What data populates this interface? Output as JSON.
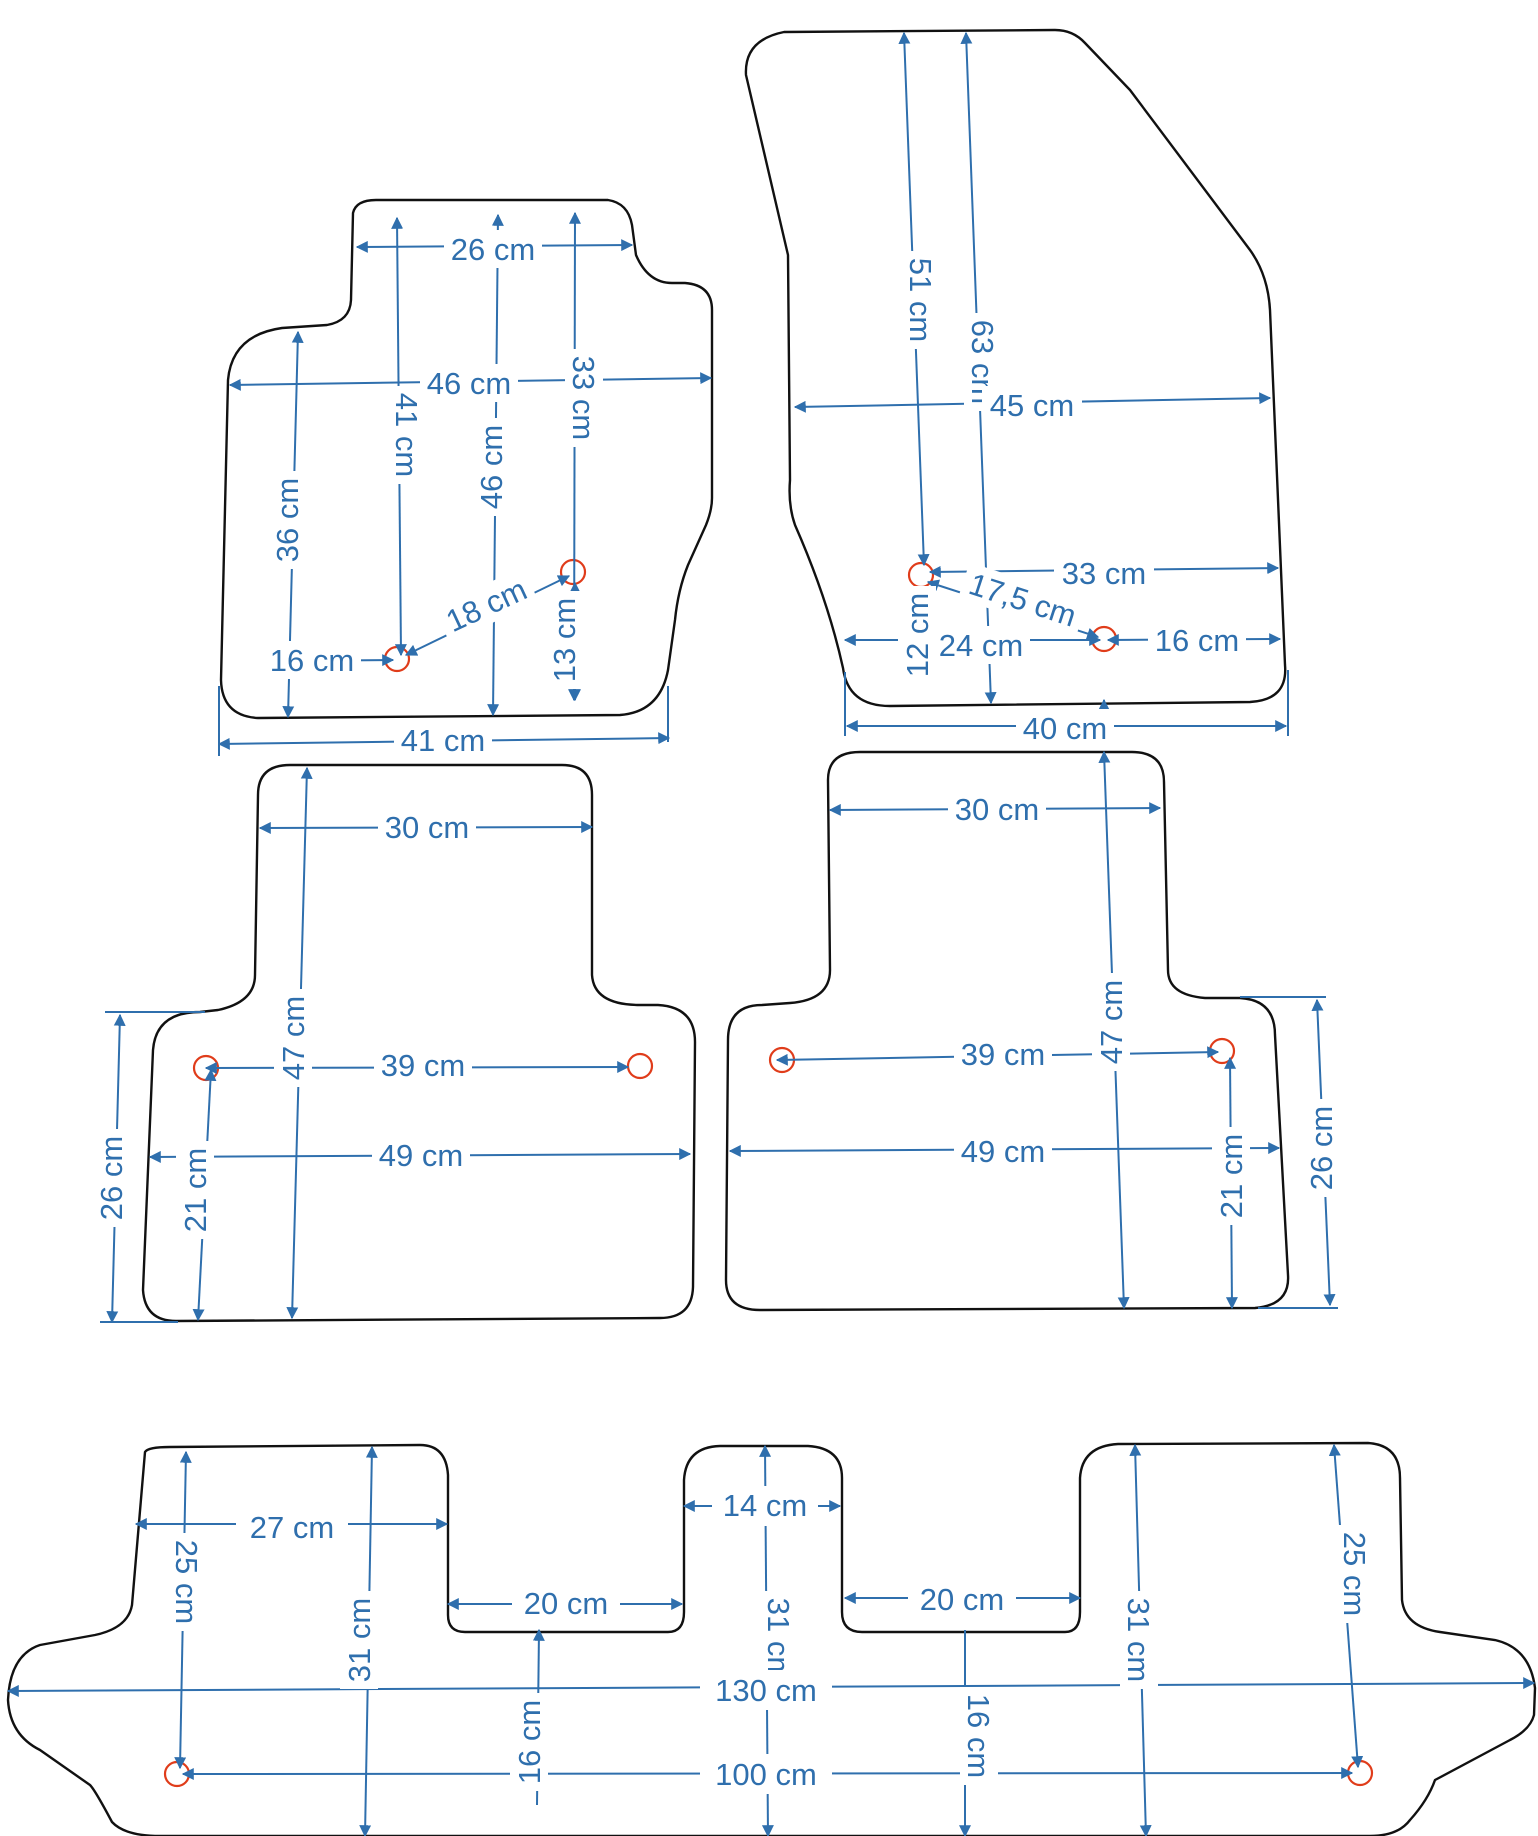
{
  "colors": {
    "outline": "#111111",
    "dimension": "#2f6fad",
    "marker": "#e03c1a",
    "background": "#ffffff"
  },
  "labels": {
    "m1_26": "26 cm",
    "m1_46w": "46 cm",
    "m1_33": "33 cm",
    "m1_41v": "41 cm",
    "m1_46v": "46 cm",
    "m1_36": "36 cm",
    "m1_18": "18 cm",
    "m1_13": "13 cm",
    "m1_16": "16 cm",
    "m1_41w": "41 cm",
    "m2_51": "51 cm",
    "m2_63": "63 cm",
    "m2_45": "45 cm",
    "m2_33": "33 cm",
    "m2_175": "17,5 cm",
    "m2_12": "12 cm",
    "m2_24": "24 cm",
    "m2_16": "16 cm",
    "m2_40": "40 cm",
    "m3_30": "30 cm",
    "m3_47": "47 cm",
    "m3_39": "39 cm",
    "m3_49": "49 cm",
    "m3_26": "26 cm",
    "m3_21": "21 cm",
    "m4_30": "30 cm",
    "m4_39": "39 cm",
    "m4_47": "47 cm",
    "m4_49": "49 cm",
    "m4_21": "21 cm",
    "m4_26": "26 cm",
    "m5_27": "27 cm",
    "m5_25l": "25 cm",
    "m5_31l": "31 cm",
    "m5_20l": "20 cm",
    "m5_14": "14 cm",
    "m5_31c": "31 cm",
    "m5_20r": "20 cm",
    "m5_31r": "31 cm",
    "m5_25r": "25 cm",
    "m5_130": "130 cm",
    "m5_16l": "16 cm",
    "m5_16r": "16 cm",
    "m5_100": "100 cm"
  }
}
